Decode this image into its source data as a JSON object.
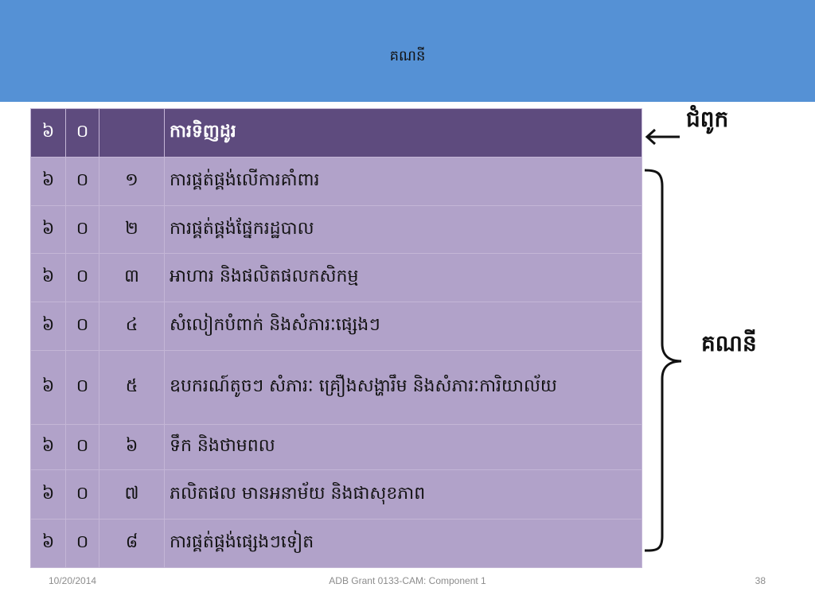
{
  "slide": {
    "title": "គណនី"
  },
  "table": {
    "header": {
      "d1": "៦",
      "d2": "០",
      "d3": "",
      "label": "ការទិញដូរ"
    },
    "rows": [
      {
        "d1": "៦",
        "d2": "០",
        "d3": "១",
        "label": "ការផ្គត់ផ្គង់លើការគាំពារ"
      },
      {
        "d1": "៦",
        "d2": "០",
        "d3": "២",
        "label": "ការផ្គត់ផ្គង់ផ្នែករដ្ឋបាល"
      },
      {
        "d1": "៦",
        "d2": "០",
        "d3": "៣",
        "label": "អាហារ និងផលិតផលកសិកម្ម"
      },
      {
        "d1": "៦",
        "d2": "០",
        "d3": "៤",
        "label": "សំលៀកបំពាក់ និងសំភារៈផ្សេងៗ"
      },
      {
        "d1": "៦",
        "d2": "០",
        "d3": "៥",
        "label": "ឧបករណ៍តូចៗ សំភារៈ គ្រឿងសង្ហារឹម និងសំភារៈការិយាល័យ"
      },
      {
        "d1": "៦",
        "d2": "០",
        "d3": "៦",
        "label": "ទឹក និងថាមពល"
      },
      {
        "d1": "៦",
        "d2": "០",
        "d3": "៧",
        "label": "ភលិតផល មានអនាម័យ និងផាសុខភាព"
      },
      {
        "d1": "៦",
        "d2": "០",
        "d3": "៨",
        "label": "ការផ្គត់ផ្គង់ផ្សេងៗទៀត"
      }
    ]
  },
  "annotations": {
    "chapter_label": "ជំពូក",
    "account_label": "គណនី"
  },
  "footer": {
    "date": "10/20/2014",
    "center": "ADB Grant 0133-CAM: Component 1",
    "page": "38"
  },
  "colors": {
    "header_band": "#5591d5",
    "table_header": "#5e4b7e",
    "table_body": "#b1a2c9"
  }
}
